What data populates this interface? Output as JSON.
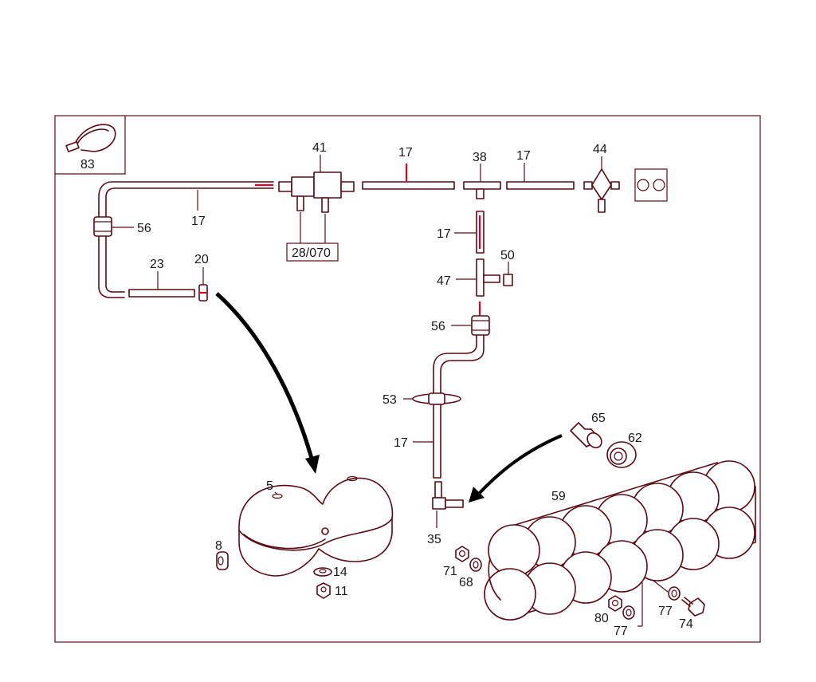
{
  "diagram": {
    "labels": {
      "l83": "83",
      "l41": "41",
      "l17a": "17",
      "l38": "38",
      "l17b": "17",
      "l44": "44",
      "l56a": "56",
      "l17c": "17",
      "l28070": "28/070",
      "l23": "23",
      "l20": "20",
      "l17d": "17",
      "l50": "50",
      "l47": "47",
      "l56b": "56",
      "l53": "53",
      "l17e": "17",
      "l65": "65",
      "l62": "62",
      "l59": "59",
      "l5": "5",
      "l8": "8",
      "l14": "14",
      "l11": "11",
      "l35": "35",
      "l71": "71",
      "l68": "68",
      "l80": "80",
      "l77a": "77",
      "l77b": "77",
      "l74": "74"
    },
    "colors": {
      "line": "#5a0a14",
      "highlight": "#e0002a",
      "label": "#1a1a1a",
      "arrow": "#000000"
    }
  }
}
